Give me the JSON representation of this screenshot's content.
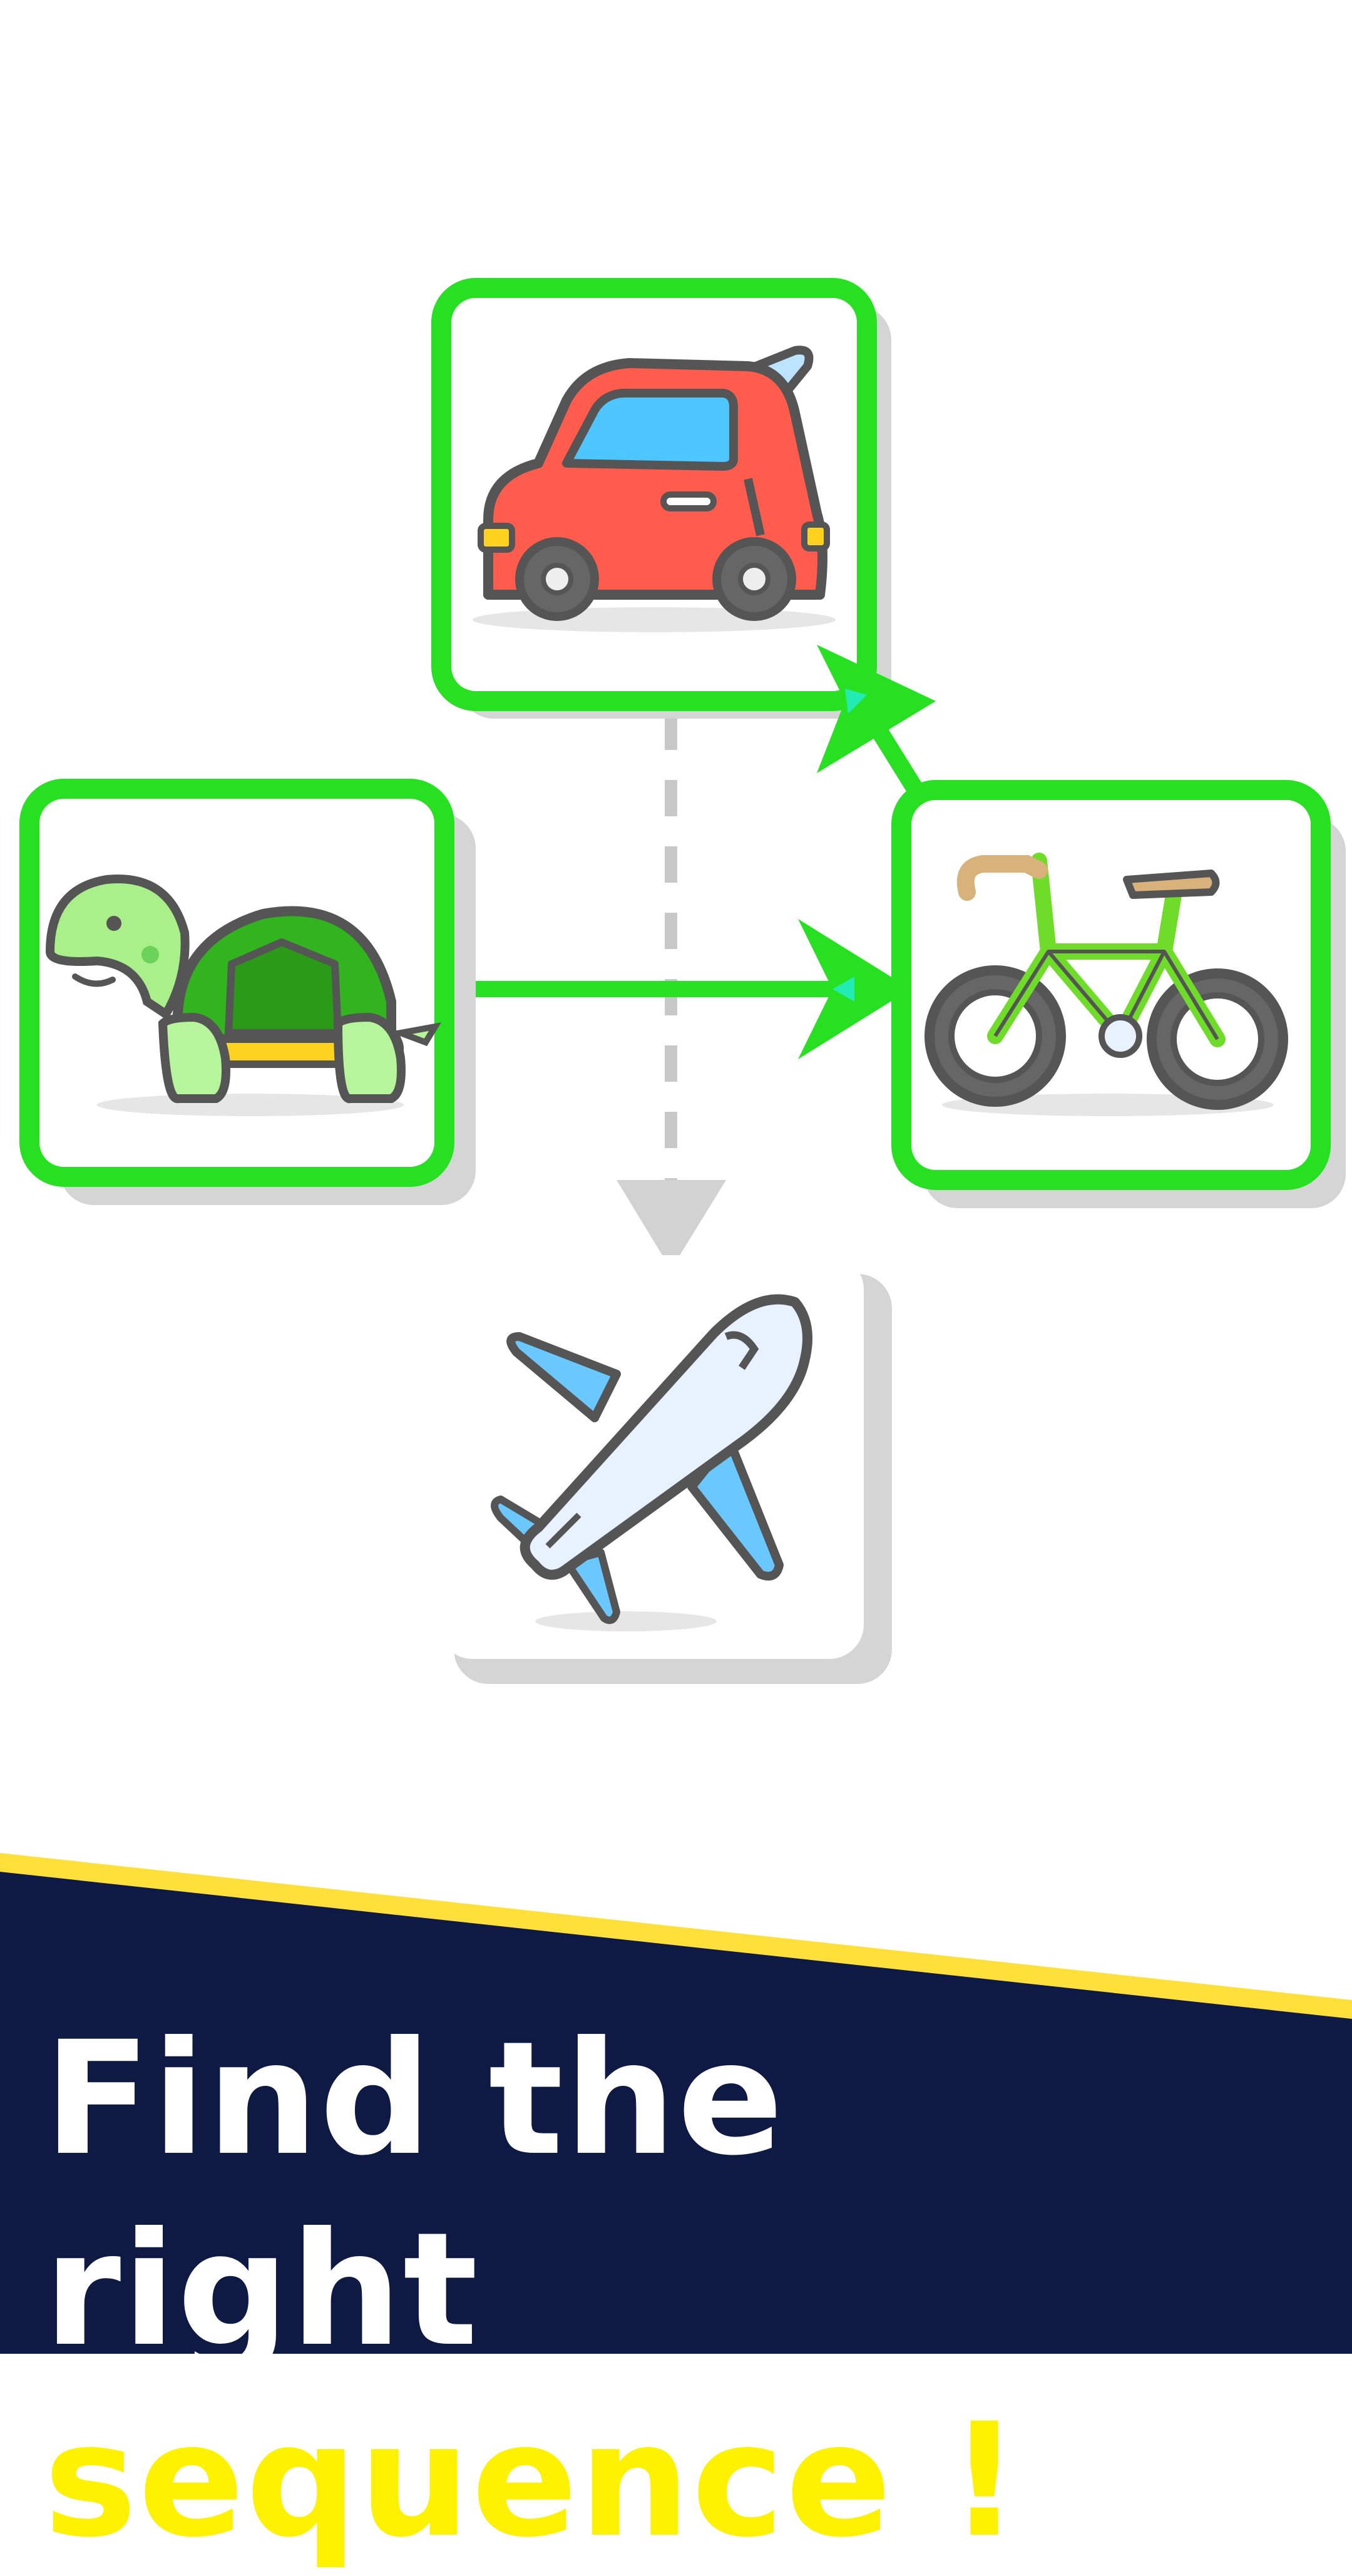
{
  "colors": {
    "background": "#ffffff",
    "card_border_active": "#27e021",
    "card_shadow": "#d5d5d5",
    "connector_done": "#27e021",
    "connector_hint": "#c8c8c8",
    "banner_navy": "#0e1a44",
    "banner_stripe": "#ffe03a",
    "caption_text": "#ffffff",
    "caption_highlight": "#fff200"
  },
  "cards": [
    {
      "icon": "car-icon",
      "connected": true
    },
    {
      "icon": "turtle-icon",
      "connected": true
    },
    {
      "icon": "bicycle-icon",
      "connected": true
    },
    {
      "icon": "airplane-icon",
      "connected": false
    }
  ],
  "caption": {
    "line1": "Find the",
    "line2_plain": "right",
    "line2_highlight": "sequence !"
  }
}
